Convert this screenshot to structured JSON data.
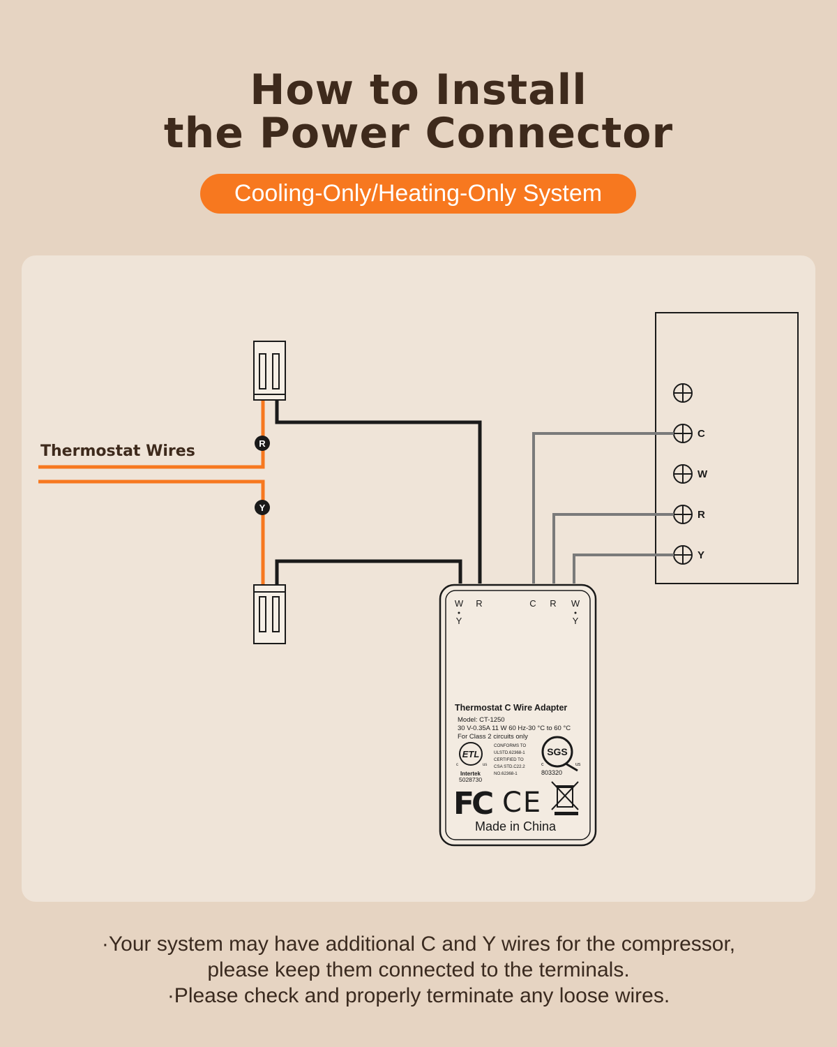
{
  "header": {
    "title_line1": "How to Install",
    "title_line2": "the Power Connector",
    "subtitle": "Cooling-Only/Heating-Only System"
  },
  "diagram": {
    "thermostat_wires_label": "Thermostat Wires",
    "wire_markers": {
      "r": "R",
      "y": "Y"
    },
    "terminal_block": {
      "terminals": [
        "C",
        "W",
        "R",
        "Y"
      ]
    },
    "adapter": {
      "left_terminals": {
        "wy_top": "W",
        "wy_bottom": "Y",
        "r": "R"
      },
      "right_terminals": {
        "c": "C",
        "r": "R",
        "wy_top": "W",
        "wy_bottom": "Y"
      },
      "product_name": "Thermostat C Wire Adapter",
      "model": "Model: CT-1250",
      "rating": "30 V-0.35A 11 W 60 Hz-30 °C to 60 °C",
      "class_note": "For Class 2 circuits only",
      "etl_mark": "ETL",
      "etl_c": "c",
      "etl_us": "us",
      "etl_intertek": "Intertek",
      "etl_number": "5028730",
      "conformity": [
        "CONFORMS TO",
        "ULSTD.62368-1",
        "CERTIFIED TO",
        "CSA STD.C22.2",
        "NO.62368-1"
      ],
      "sgs_mark": "SGS",
      "sgs_c": "c",
      "sgs_us": "us",
      "sgs_number": "803320",
      "fcc_mark": "FC",
      "ce_mark": "CE",
      "origin": "Made in China"
    },
    "colors": {
      "orange_wire": "#f7781f",
      "black_wire": "#1a1a1a",
      "gray_wire": "#7a7a7a",
      "panel_bg": "#efe4d8",
      "page_bg": "#e6d4c2"
    }
  },
  "notes": {
    "line1": "·Your system may have additional C and Y wires for the compressor,",
    "line2": "please keep them connected to the terminals.",
    "line3": "·Please check and properly terminate any loose wires."
  }
}
